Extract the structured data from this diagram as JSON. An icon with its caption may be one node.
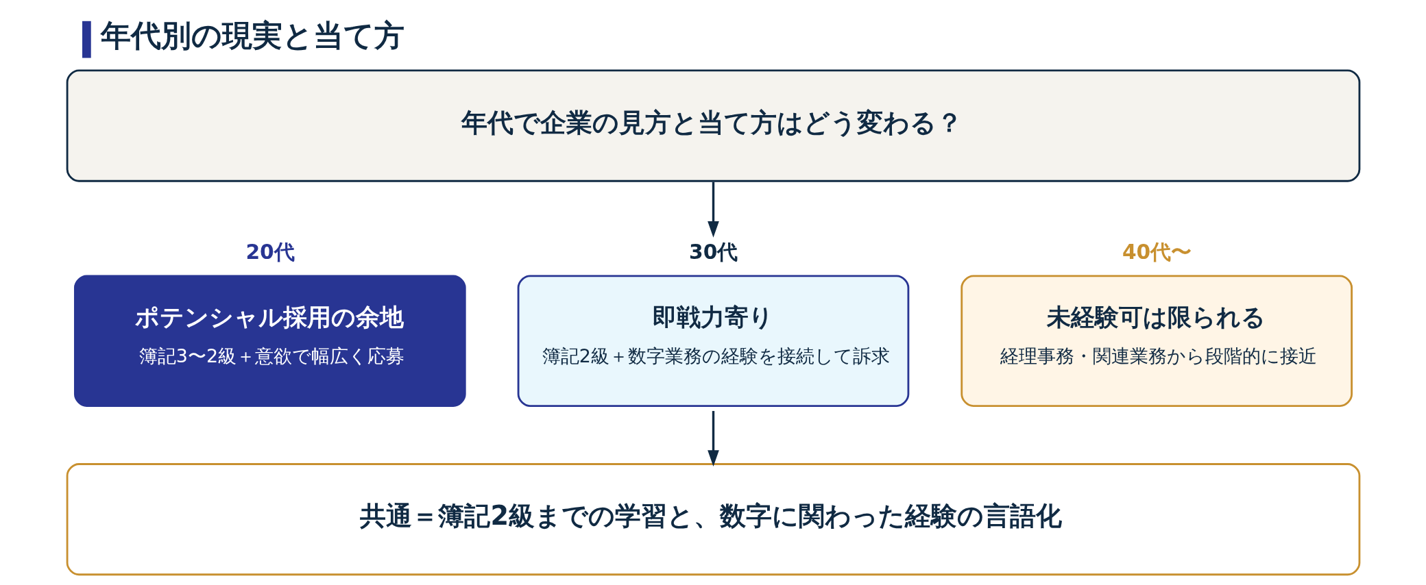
{
  "diagram": {
    "title": "年代別の現実と当て方",
    "nodes": [
      {
        "text": [
          "年代で企業の見方と当て方はどう変わる？"
        ]
      },
      {
        "text": [
          "20代",
          "ポテンシャル採用の余地",
          "簿記3〜2級＋意欲で幅広く応募"
        ]
      },
      {
        "text": [
          "30代",
          "即戦力寄り",
          "簿記2級＋数字業務の経験を接続して訴求"
        ]
      },
      {
        "text": [
          "40代〜",
          "未経験可は限られる",
          "経理事務・関連業務から段階的に接近"
        ]
      },
      {
        "text": [
          "共通＝簿記2級までの学習と、数字に関わった経験の言語化"
        ]
      }
    ],
    "edges": [
      {
        "from": 0,
        "to": 2,
        "arrow": "to"
      },
      {
        "from": 2,
        "to": 4,
        "arrow": "to"
      }
    ]
  }
}
